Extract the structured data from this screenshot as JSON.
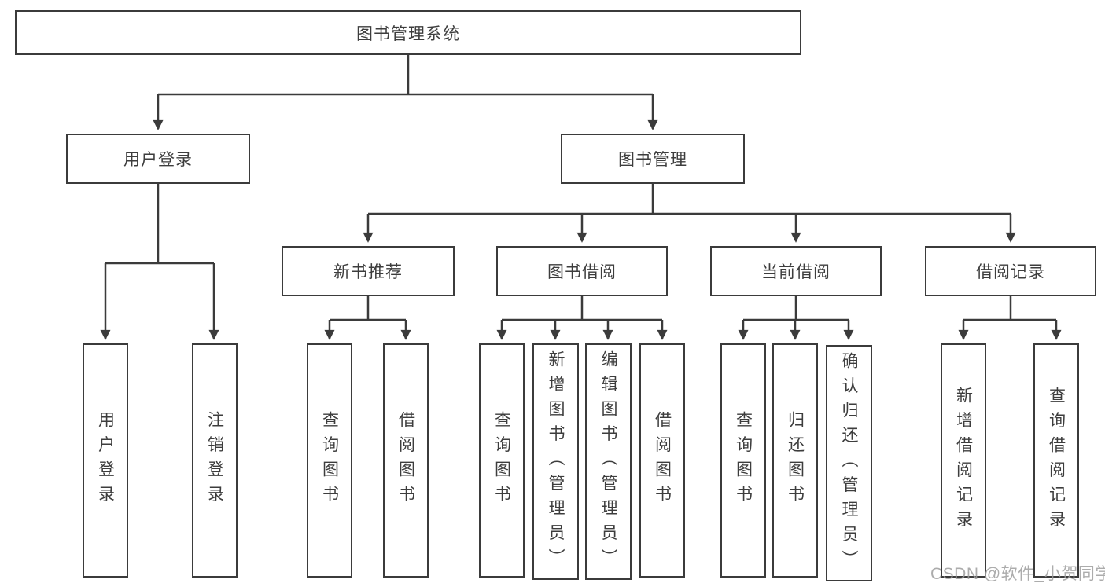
{
  "diagram": {
    "title": "图书管理系统",
    "root": {
      "label": "图书管理系统"
    },
    "level2": {
      "user_login": {
        "label": "用户登录"
      },
      "book_mgmt": {
        "label": "图书管理"
      }
    },
    "level3": {
      "new_books": {
        "label": "新书推荐"
      },
      "book_borrow": {
        "label": "图书借阅"
      },
      "current_borrow": {
        "label": "当前借阅"
      },
      "borrow_records": {
        "label": "借阅记录"
      }
    },
    "leaves": {
      "user_login_login": {
        "label": "用户登录"
      },
      "user_login_logout": {
        "label": "注销登录"
      },
      "new_books_search": {
        "label": "查询图书"
      },
      "new_books_borrow": {
        "label": "借阅图书"
      },
      "borrow_search": {
        "label": "查询图书"
      },
      "borrow_add": {
        "label": "新增图书（管理员）"
      },
      "borrow_edit": {
        "label": "编辑图书（管理员）"
      },
      "borrow_borrow": {
        "label": "借阅图书"
      },
      "current_search": {
        "label": "查询图书"
      },
      "current_return": {
        "label": "归还图书"
      },
      "current_confirm": {
        "label": "确认归还（管理员）"
      },
      "records_add": {
        "label": "新增借阅记录"
      },
      "records_search": {
        "label": "查询借阅记录"
      }
    }
  },
  "watermark": {
    "text": "CSDN @软件_小贺同学"
  },
  "colors": {
    "line": "#3b3b3b",
    "text": "#3d3d3d",
    "background": "#ffffff",
    "watermark": "#9e9e9e"
  }
}
